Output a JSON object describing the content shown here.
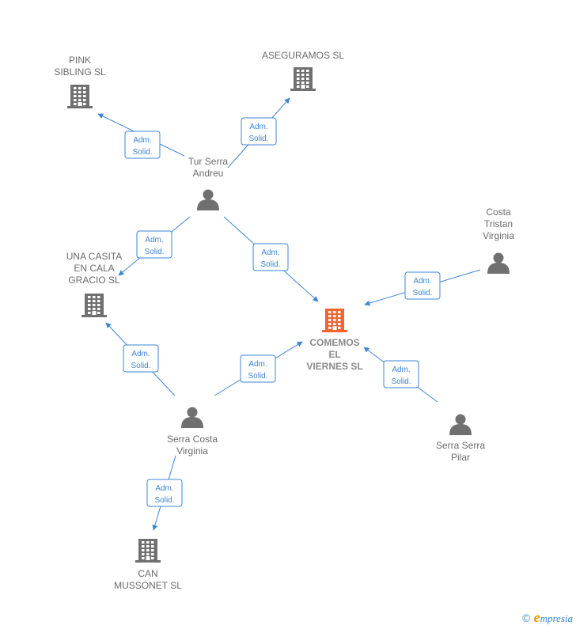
{
  "nodes": [
    {
      "id": "aseguramos",
      "type": "company",
      "label": [
        "ASEGURAMOS SL"
      ],
      "color": "#707070"
    },
    {
      "id": "pink",
      "type": "company",
      "label": [
        "PINK",
        "SIBLING  SL"
      ],
      "color": "#707070"
    },
    {
      "id": "tur",
      "type": "person",
      "label": [
        "Tur Serra",
        "Andreu"
      ],
      "color": "#707070"
    },
    {
      "id": "costa",
      "type": "person",
      "label": [
        "Costa",
        "Tristan",
        "Virginia"
      ],
      "color": "#707070"
    },
    {
      "id": "unacasita",
      "type": "company",
      "label": [
        "UNA CASITA",
        "EN CALA",
        "GRACIO  SL"
      ],
      "color": "#707070"
    },
    {
      "id": "comemos",
      "type": "company",
      "label": [
        "COMEMOS",
        "EL",
        "VIERNES  SL"
      ],
      "color": "#f26531",
      "focus": true
    },
    {
      "id": "serracosta",
      "type": "person",
      "label": [
        "Serra Costa",
        "Virginia"
      ],
      "color": "#707070"
    },
    {
      "id": "serraserra",
      "type": "person",
      "label": [
        "Serra Serra",
        "Pilar"
      ],
      "color": "#707070"
    },
    {
      "id": "canmussonet",
      "type": "company",
      "label": [
        "CAN",
        "MUSSONET  SL"
      ],
      "color": "#707070"
    }
  ],
  "edges": [
    {
      "from": "tur",
      "to": "pink",
      "label": [
        "Adm.",
        "Solid."
      ]
    },
    {
      "from": "tur",
      "to": "aseguramos",
      "label": [
        "Adm.",
        "Solid."
      ]
    },
    {
      "from": "tur",
      "to": "unacasita",
      "label": [
        "Adm.",
        "Solid."
      ]
    },
    {
      "from": "tur",
      "to": "comemos",
      "label": [
        "Adm.",
        "Solid."
      ]
    },
    {
      "from": "costa",
      "to": "comemos",
      "label": [
        "Adm.",
        "Solid."
      ]
    },
    {
      "from": "serracosta",
      "to": "unacasita",
      "label": [
        "Adm.",
        "Solid."
      ]
    },
    {
      "from": "serracosta",
      "to": "comemos",
      "label": [
        "Adm.",
        "Solid."
      ]
    },
    {
      "from": "serraserra",
      "to": "comemos",
      "label": [
        "Adm.",
        "Solid."
      ]
    },
    {
      "from": "serracosta",
      "to": "canmussonet",
      "label": [
        "Adm.",
        "Solid."
      ]
    }
  ],
  "footer": {
    "copyright": "©",
    "brand_initial": "e",
    "brand_rest": "mpresia"
  },
  "colors": {
    "edge": "#3d85d8",
    "node": "#707070",
    "focus": "#f26531"
  }
}
